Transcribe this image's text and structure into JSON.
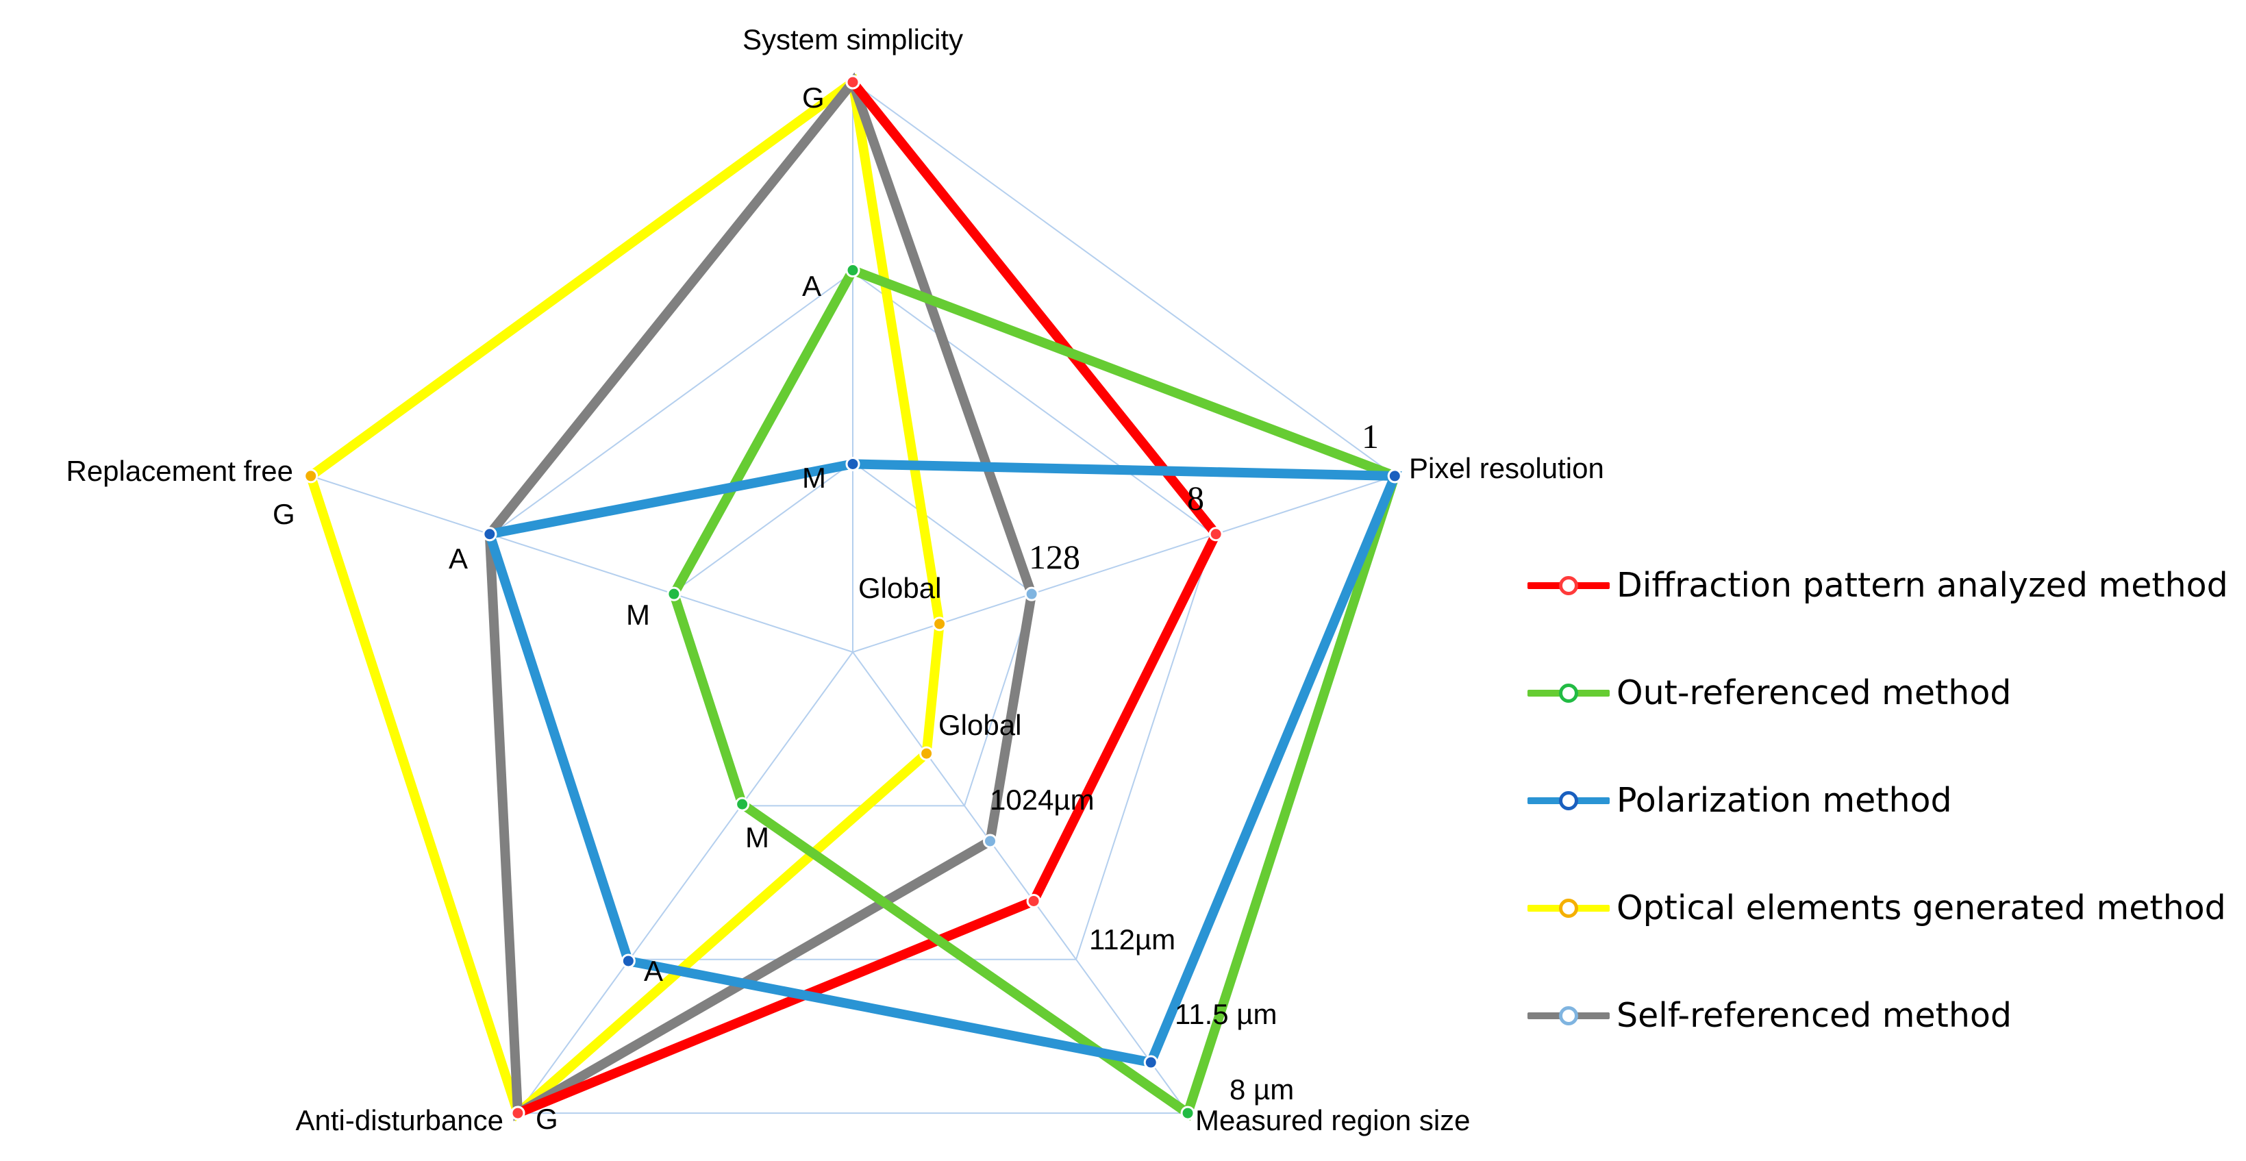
{
  "chart_data": {
    "type": "radar",
    "axes": [
      {
        "name": "System simplicity",
        "ticks": [
          "M",
          "A",
          "G"
        ]
      },
      {
        "name": "Pixel resolution",
        "ticks": [
          "128",
          "8",
          "1"
        ]
      },
      {
        "name": "Measured region size",
        "ticks": [
          "1024µm",
          "112µm",
          "11.5 µm",
          "8 µm"
        ]
      },
      {
        "name": "Anti-disturbance",
        "ticks": [
          "M",
          "A",
          "G"
        ]
      },
      {
        "name": "Replacement free",
        "ticks": [
          "A",
          "G"
        ]
      }
    ],
    "series": [
      {
        "name": "Diffraction pattern analyzed method",
        "color": "#ff0000",
        "marker": "#ff3b3b",
        "values": [
          1.0,
          0.67,
          0.54,
          1.0,
          null
        ],
        "labels": [
          "G",
          "8",
          "112µm",
          "G",
          ""
        ]
      },
      {
        "name": "Out-referenced method",
        "color": "#66cc33",
        "marker": "#22bb44",
        "values": [
          0.67,
          1.0,
          1.0,
          0.33,
          0.33
        ],
        "labels": [
          "A",
          "1",
          "8 µm",
          "M",
          "M"
        ]
      },
      {
        "name": "Polarization method",
        "color": "#2a94d4",
        "marker": "#1a5fbf",
        "values": [
          0.33,
          1.0,
          0.89,
          0.67,
          0.67
        ],
        "labels": [
          "M",
          "1",
          "11.5 µm",
          "A",
          "A"
        ]
      },
      {
        "name": "Optical elements generated method",
        "color": "#ffff00",
        "marker": "#f5b000",
        "values": [
          1.0,
          0.16,
          0.22,
          1.0,
          1.0
        ],
        "labels": [
          "G",
          "Global",
          "Global",
          "G",
          "G"
        ]
      },
      {
        "name": "Self-referenced method",
        "color": "#808080",
        "marker": "#7fb4e0",
        "values": [
          1.0,
          0.33,
          0.41,
          1.0,
          0.67
        ],
        "labels": [
          "G",
          "128",
          "1024µm",
          "G",
          "A"
        ]
      }
    ],
    "point_labels": {
      "system_simplicity": [
        "G",
        "A",
        "M"
      ],
      "pixel_resolution": [
        "1",
        "8",
        "128",
        "Global"
      ],
      "measured_region_size": [
        "Global",
        "1024µm",
        "112µm",
        "11.5 µm",
        "8 µm"
      ],
      "anti_disturbance": [
        "M",
        "A",
        "G"
      ],
      "replacement_free": [
        "G",
        "A",
        "M"
      ]
    },
    "legend_position": "right",
    "grid": true
  }
}
